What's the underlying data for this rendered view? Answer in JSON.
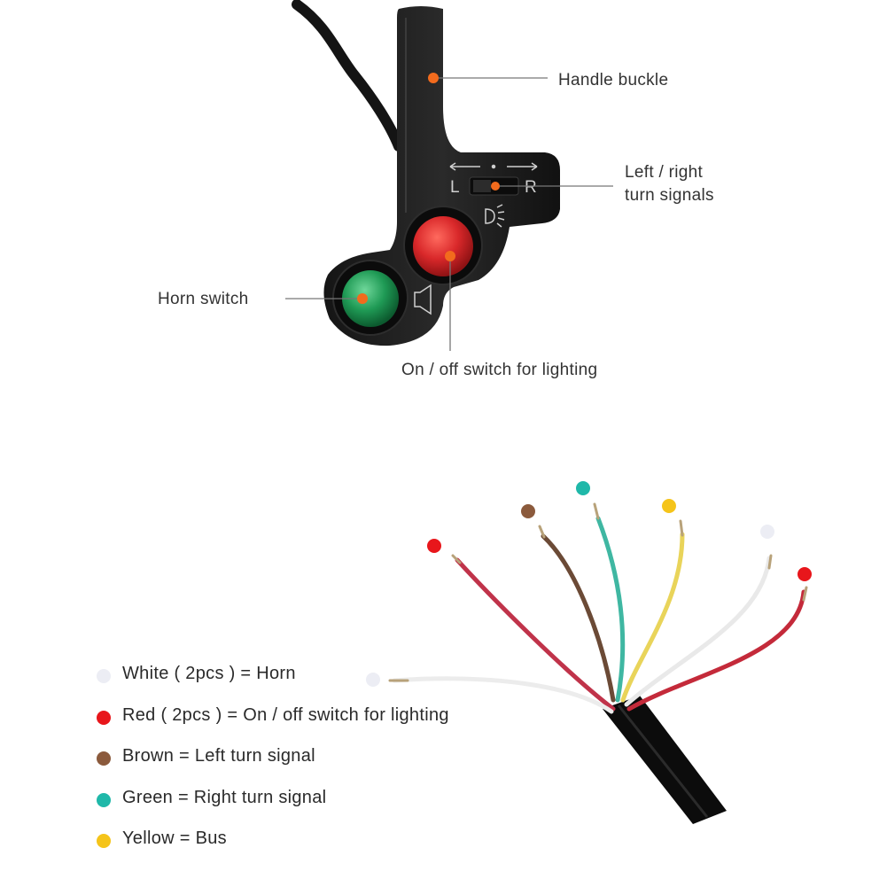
{
  "switch_panel": {
    "callouts": {
      "handle_buckle": "Handle buckle",
      "turn_signals_line1": "Left / right",
      "turn_signals_line2": "turn signals",
      "horn_switch": "Horn switch",
      "lighting_switch": "On / off switch for lighting"
    },
    "slider_left_letter": "L",
    "slider_right_letter": "R",
    "button_colors": {
      "lighting": "#d9282a",
      "horn": "#1f9a55"
    },
    "marker_color": "#f26b1d"
  },
  "wiring_panel": {
    "legend": [
      {
        "color": "#ecedf4",
        "text": "White ( 2pcs ) = Horn"
      },
      {
        "color": "#e8161b",
        "text": "Red ( 2pcs ) = On / off switch for lighting"
      },
      {
        "color": "#8b5a3c",
        "text": "Brown = Left turn signal"
      },
      {
        "color": "#1fb8a9",
        "text": "Green = Right turn signal"
      },
      {
        "color": "#f5c41a",
        "text": "Yellow = Bus"
      }
    ],
    "wire_colors": {
      "red": "#c0334a",
      "brown": "#6b4a36",
      "green": "#3fb7a2",
      "yellow": "#e9d45a",
      "white": "#f3f3f3",
      "red2": "#c42a3a"
    }
  }
}
